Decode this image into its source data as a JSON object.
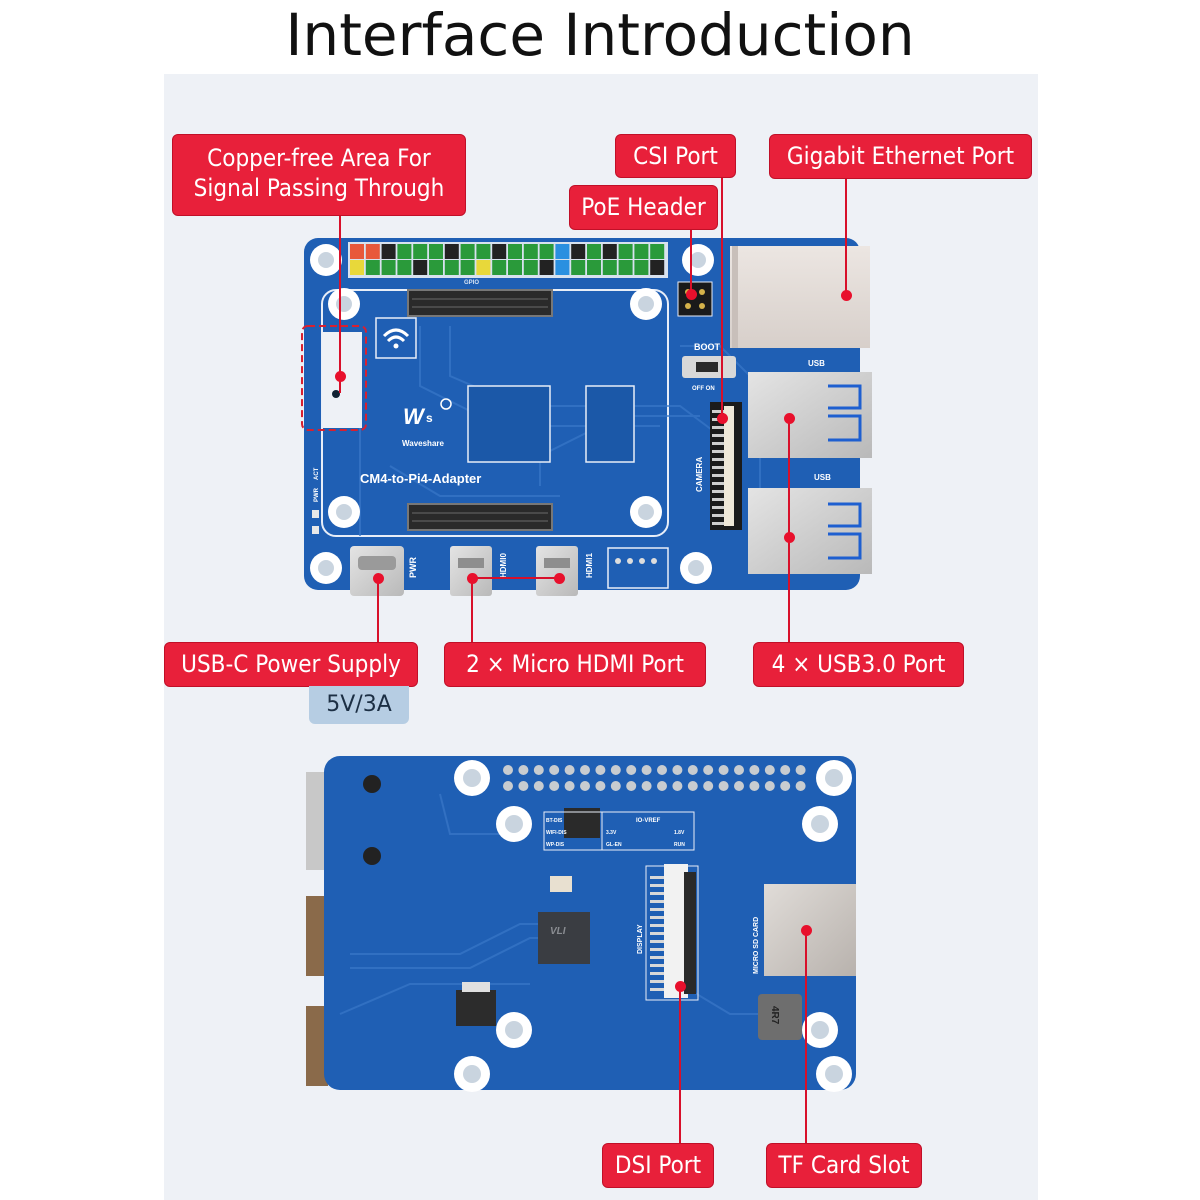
{
  "title": "Interface Introduction",
  "colors": {
    "label_bg": "#e8203a",
    "pcb_blue": "#1f5fb4",
    "panel_bg": "#eef1f6",
    "sublabel_bg": "#b6cde3"
  },
  "top_board": {
    "silkscreen": {
      "brand": "Waveshare",
      "model": "CM4-to-Pi4-Adapter",
      "gpio": "GPIO",
      "boot": "BOOT",
      "boot_states": "OFF  ON",
      "camera": "CAMERA",
      "usb_a": "USB",
      "usb_b": "USB",
      "pwr": "PWR",
      "hdmi0": "HDMI0",
      "hdmi1": "HDMI1",
      "led_pwr": "PWR",
      "led_act": "ACT"
    },
    "callouts": {
      "copper_free_line1": "Copper-free Area For",
      "copper_free_line2": "Signal Passing Through",
      "csi": "CSI Port",
      "poe": "PoE Header",
      "ethernet": "Gigabit Ethernet Port",
      "usbc": "USB-C Power Supply",
      "usbc_spec": "5V/3A",
      "hdmi": "2 × Micro HDMI Port",
      "usb3": "4 × USB3.0 Port"
    }
  },
  "bottom_board": {
    "silkscreen": {
      "display": "DISPLAY",
      "micro_sd": "MICRO SD CARD",
      "io_vref": "IO-VREF",
      "v33": "3.3V",
      "v18": "1.8V",
      "bt_dis": "BT-DIS",
      "wifi_dis": "WIFI-DIS",
      "wp_dis": "WP-DIS",
      "gl_en": "GL-EN",
      "run": "RUN",
      "inductor": "4R7",
      "chip_logo": "VLI"
    },
    "callouts": {
      "dsi": "DSI Port",
      "tf": "TF Card Slot"
    }
  }
}
